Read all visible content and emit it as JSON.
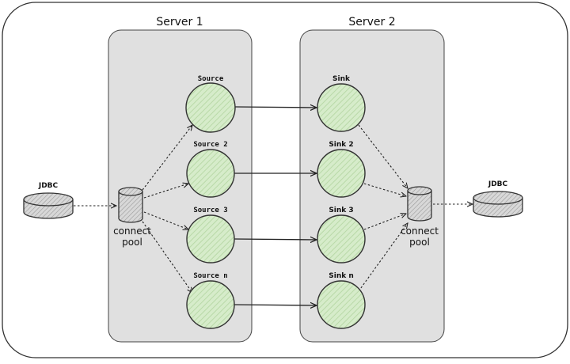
{
  "servers": [
    {
      "title": "Server 1"
    },
    {
      "title": "Server 2"
    }
  ],
  "sources": [
    {
      "label": "Source"
    },
    {
      "label": "Source 2"
    },
    {
      "label": "Source 3"
    },
    {
      "label": "Source n"
    }
  ],
  "sinks": [
    {
      "label": "Sink"
    },
    {
      "label": "Sink 2"
    },
    {
      "label": "Sink 3"
    },
    {
      "label": "Sink n"
    }
  ],
  "databases": {
    "left": {
      "label": "JDBC"
    },
    "right": {
      "label": "JDBC"
    }
  },
  "pools": {
    "left": {
      "line1": "connect",
      "line2": "pool"
    },
    "right": {
      "line1": "connect",
      "line2": "pool"
    }
  },
  "colors": {
    "server_fill": "#e0e0e0",
    "node_fill": "#cfe8c3",
    "node_stroke": "#333333",
    "outer_border": "#333333",
    "arrow": "#222222"
  }
}
